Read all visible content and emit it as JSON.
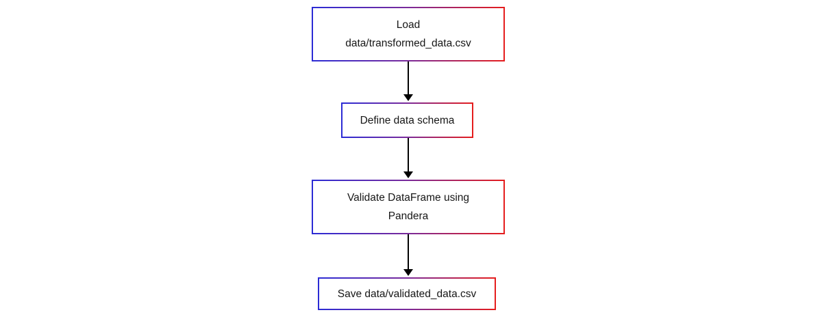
{
  "flowchart": {
    "type": "vertical-flowchart",
    "background_color": "#ffffff",
    "node_style": {
      "fill": "#ffffff",
      "border_gradient_start": "#2b2bd5",
      "border_gradient_mid": "#7a2a9a",
      "border_gradient_end": "#e51c1c",
      "text_color": "#161616"
    },
    "arrow_color": "#000000",
    "nodes": [
      {
        "id": "load",
        "lines": [
          "Load",
          "data/transformed_data.csv"
        ]
      },
      {
        "id": "define",
        "lines": [
          "Define data schema"
        ]
      },
      {
        "id": "validate",
        "lines": [
          "Validate DataFrame using",
          "Pandera"
        ]
      },
      {
        "id": "save",
        "lines": [
          "Save data/validated_data.csv"
        ]
      }
    ],
    "edges": [
      {
        "from": "load",
        "to": "define"
      },
      {
        "from": "define",
        "to": "validate"
      },
      {
        "from": "validate",
        "to": "save"
      }
    ]
  }
}
